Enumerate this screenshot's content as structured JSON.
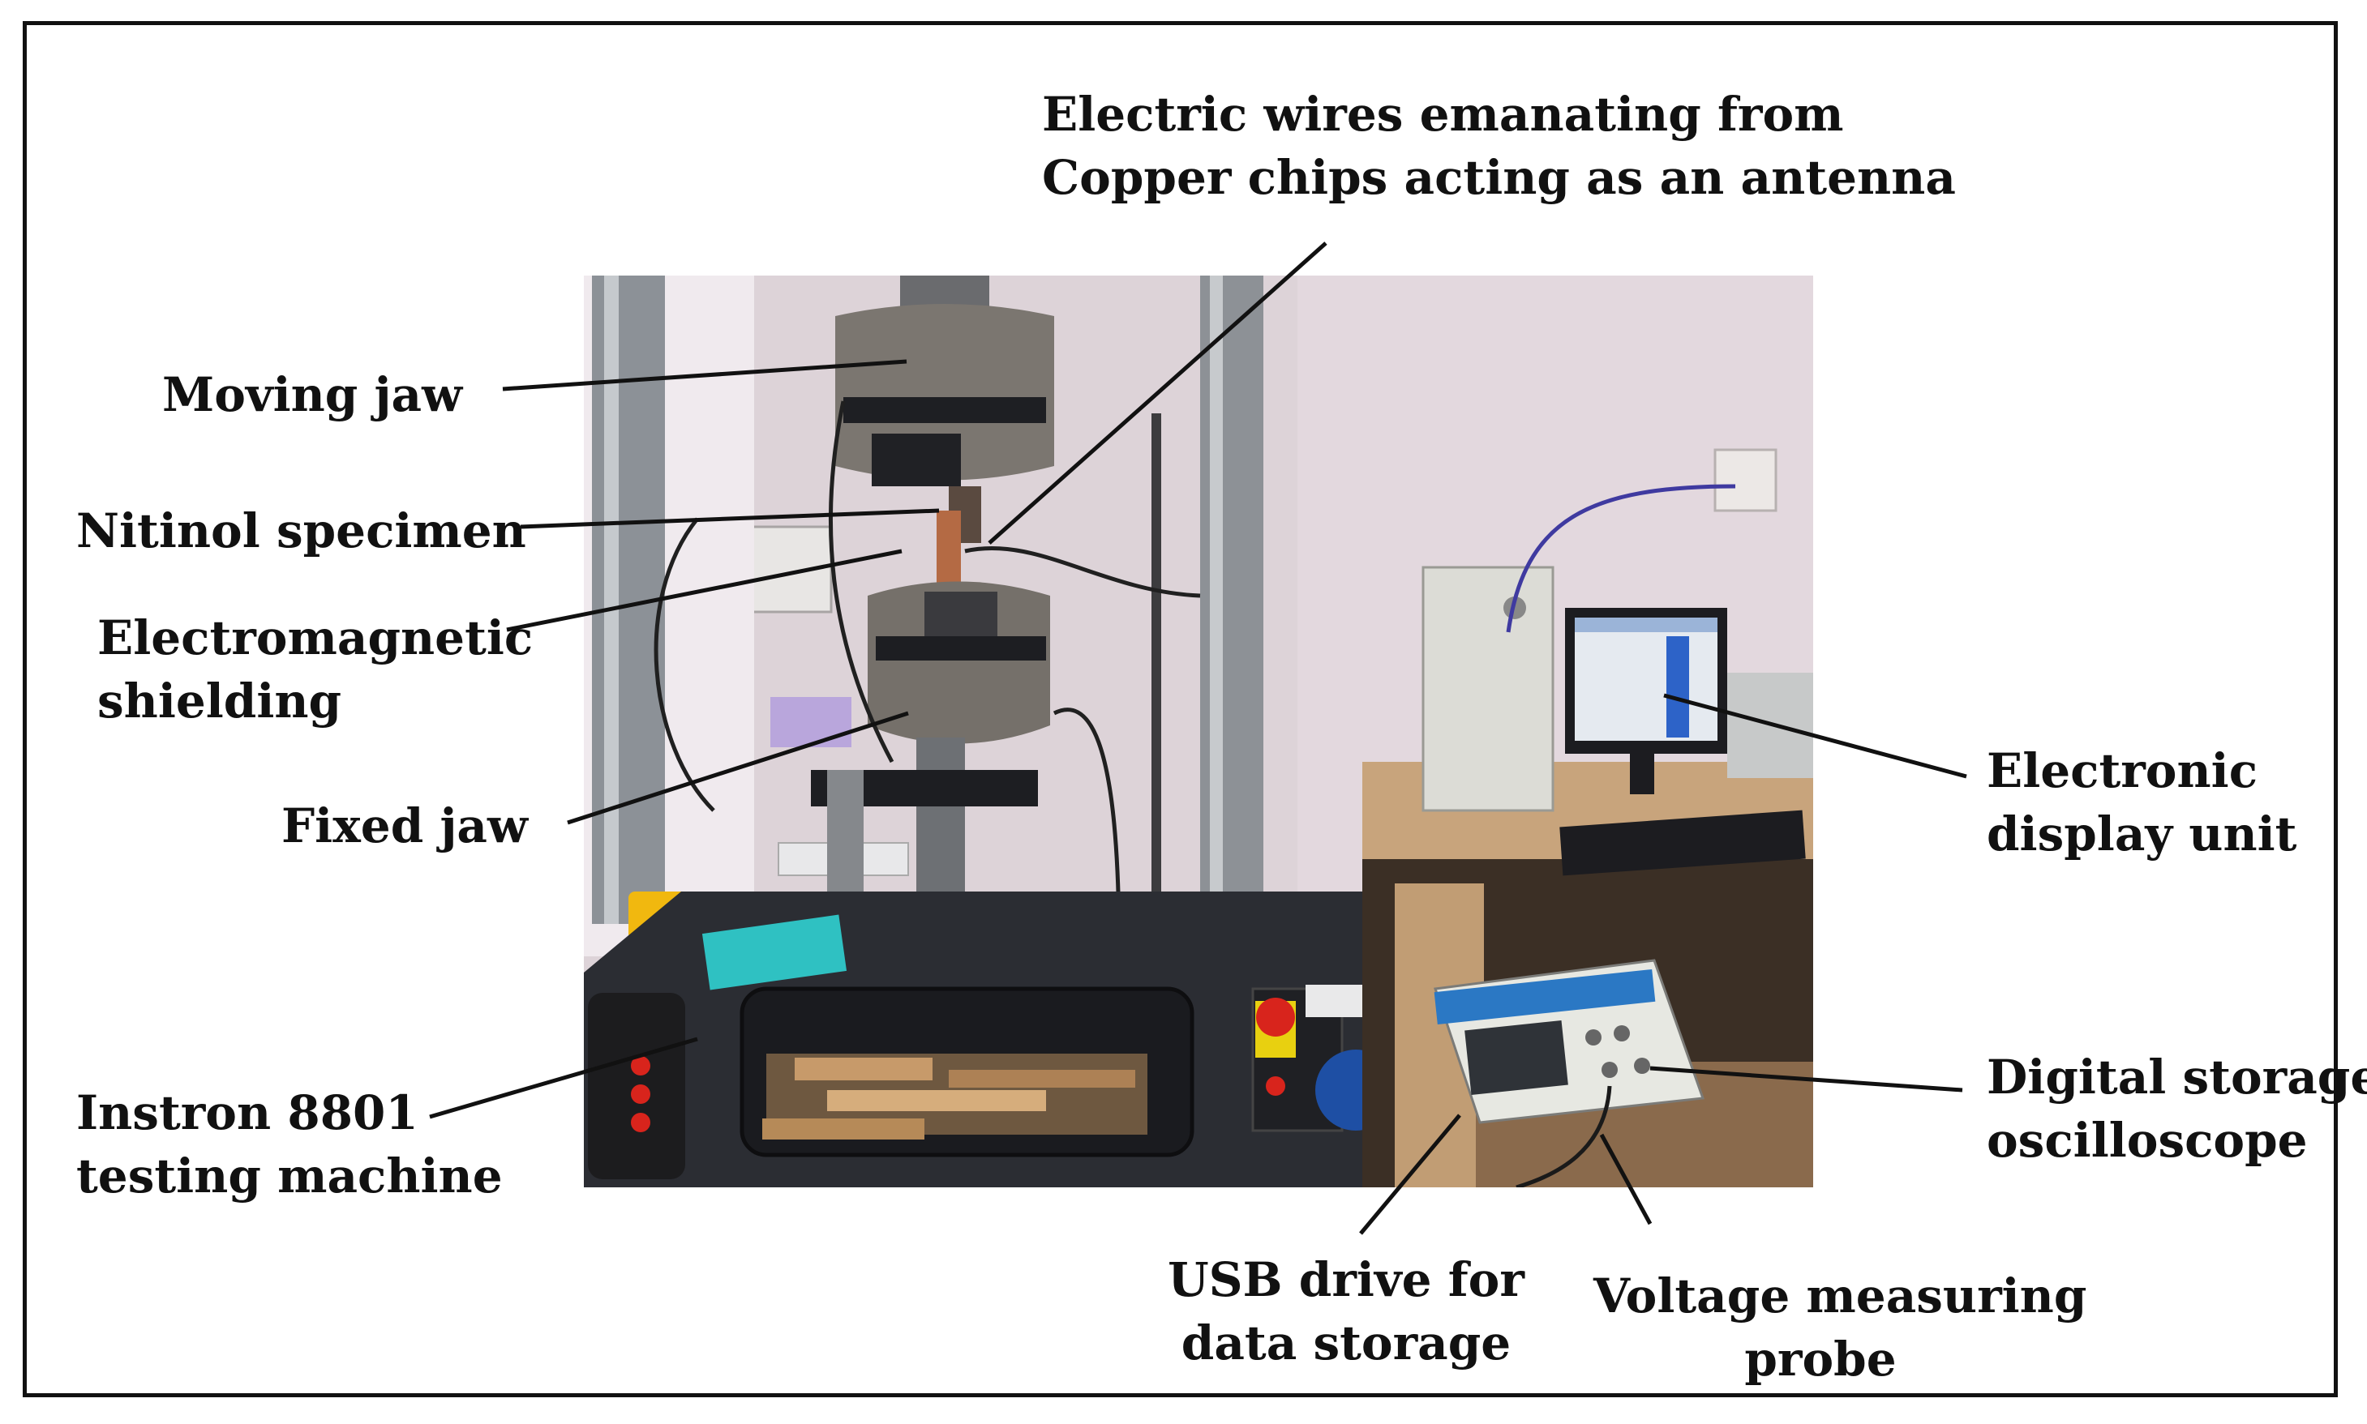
{
  "labels": {
    "wires": [
      "Electric wires emanating from",
      "Copper chips acting as an antenna"
    ],
    "moving_jaw": "Moving jaw",
    "nitinol": "Nitinol specimen",
    "shielding": [
      "Electromagnetic",
      "shielding"
    ],
    "fixed_jaw": "Fixed jaw",
    "instron": [
      "Instron 8801",
      "testing machine"
    ],
    "display": [
      "Electronic",
      "display unit"
    ],
    "oscilloscope": [
      "Digital storage",
      "oscilloscope"
    ],
    "usb": [
      "USB drive for",
      "data storage"
    ],
    "probe": [
      "Voltage measuring",
      "probe"
    ]
  },
  "colors": {
    "wall": "#ddd3d8",
    "machine_base": "#2b2d33",
    "column": "#8d9196",
    "jaw": "#7b7670",
    "desk": "#c8a47c",
    "accent_cyan": "#2fc1c2",
    "accent_yellow": "#f1b80f",
    "estop_red": "#d8241c"
  }
}
